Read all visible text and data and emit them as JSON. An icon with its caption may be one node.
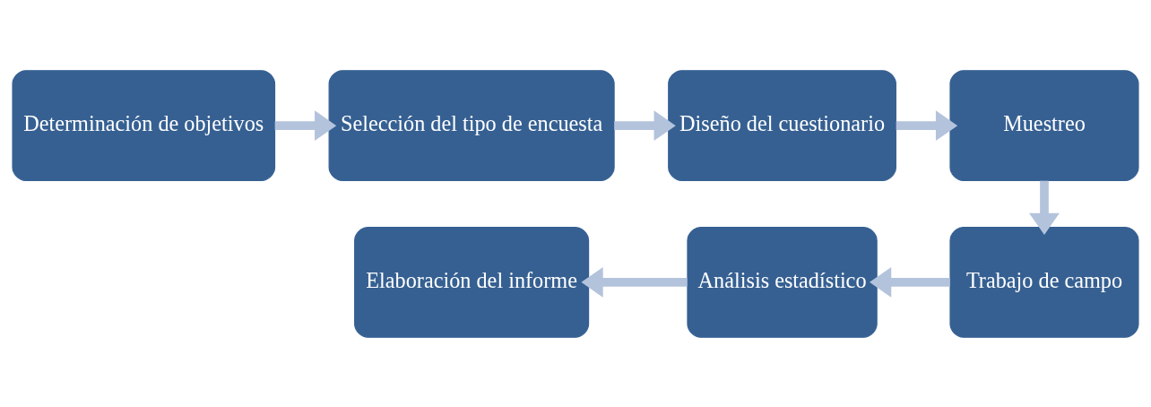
{
  "diagram": {
    "nodes": [
      {
        "text": [
          "Determinación de objetivos"
        ]
      },
      {
        "text": [
          "Selección del tipo de encuesta"
        ]
      },
      {
        "text": [
          "Diseño del cuestionario"
        ]
      },
      {
        "text": [
          "Muestreo"
        ]
      },
      {
        "text": [
          "Trabajo de campo"
        ]
      },
      {
        "text": [
          "Análisis estadístico"
        ]
      },
      {
        "text": [
          "Elaboración del informe"
        ]
      }
    ],
    "edges": [
      {
        "from": 0,
        "to": 1,
        "arrow": "to"
      },
      {
        "from": 1,
        "to": 2,
        "arrow": "to"
      },
      {
        "from": 2,
        "to": 3,
        "arrow": "to"
      },
      {
        "from": 3,
        "to": 4,
        "arrow": "to"
      },
      {
        "from": 4,
        "to": 5,
        "arrow": "to"
      },
      {
        "from": 5,
        "to": 6,
        "arrow": "to"
      }
    ]
  }
}
